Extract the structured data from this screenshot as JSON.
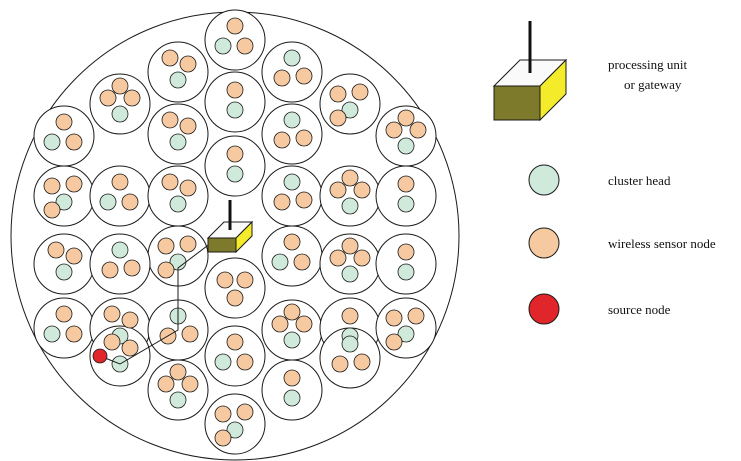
{
  "colors": {
    "background": "#ffffff",
    "outline": "#1a1a1a",
    "cluster_head": "#cfe9da",
    "sensor_node": "#f6c9a1",
    "source_node": "#e0262b",
    "gateway_top": "#fafafa",
    "gateway_front": "#7d7b2b",
    "gateway_side": "#f4ec2a",
    "antenna": "#111111"
  },
  "legend": {
    "gateway_line1": "processing unit",
    "gateway_line2": "or gateway",
    "cluster_head": "cluster head",
    "sensor_node": "wireless sensor node",
    "source_node": "source node"
  }
}
